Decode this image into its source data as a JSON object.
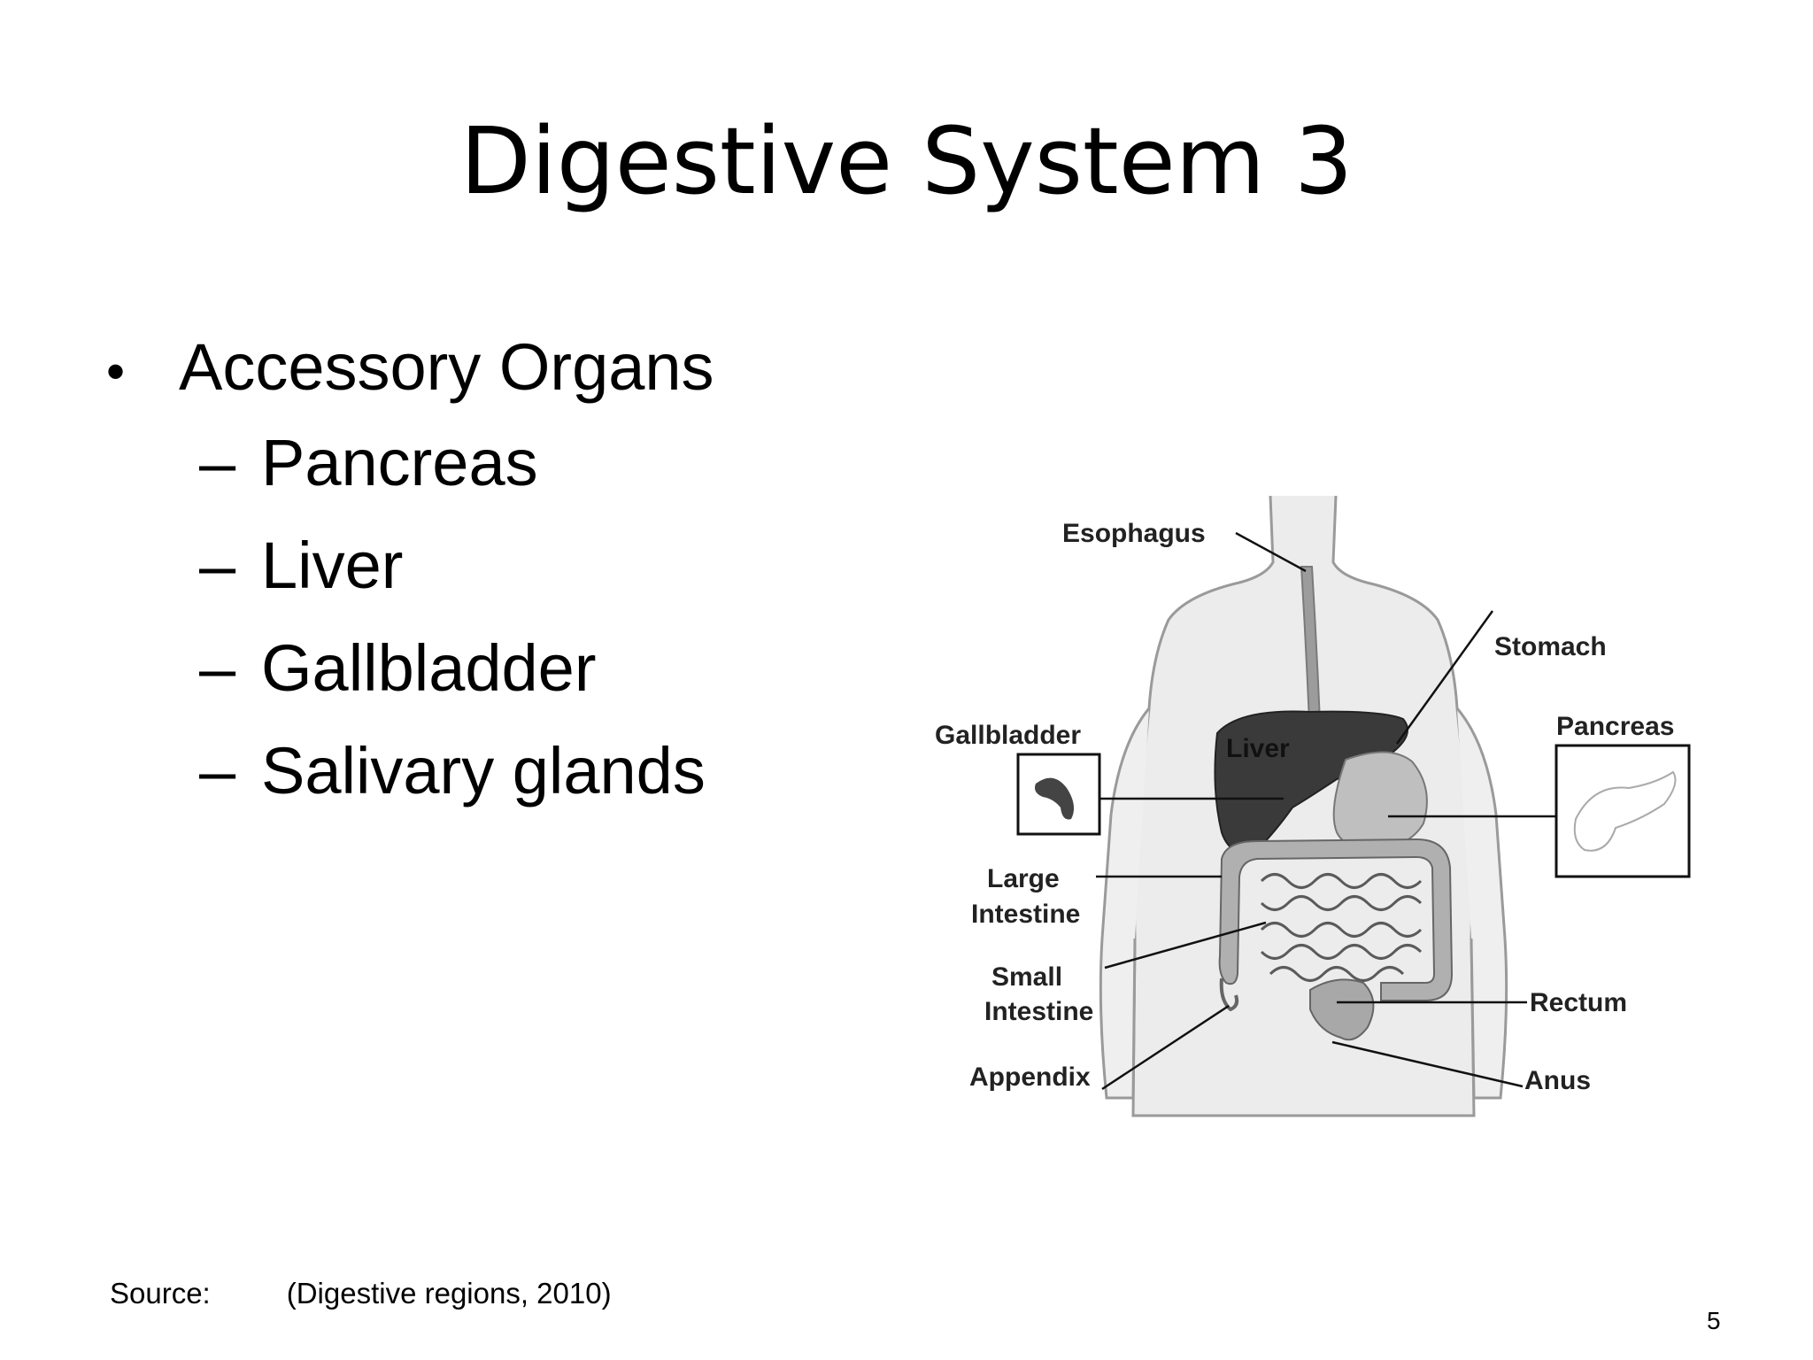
{
  "slide": {
    "title": "Digestive System 3",
    "bullet": "Accessory Organs",
    "sub_items": [
      "Pancreas",
      "Liver",
      "Gallbladder",
      "Salivary glands"
    ],
    "source_label": "Source:",
    "source_citation": "(Digestive regions, 2010)",
    "page_number": "5"
  },
  "diagram": {
    "labels": {
      "esophagus": "Esophagus",
      "stomach": "Stomach",
      "pancreas": "Pancreas",
      "gallbladder": "Gallbladder",
      "liver": "Liver",
      "large_intestine_1": "Large",
      "large_intestine_2": "Intestine",
      "small_intestine_1": "Small",
      "small_intestine_2": "Intestine",
      "rectum": "Rectum",
      "appendix": "Appendix",
      "anus": "Anus"
    }
  }
}
